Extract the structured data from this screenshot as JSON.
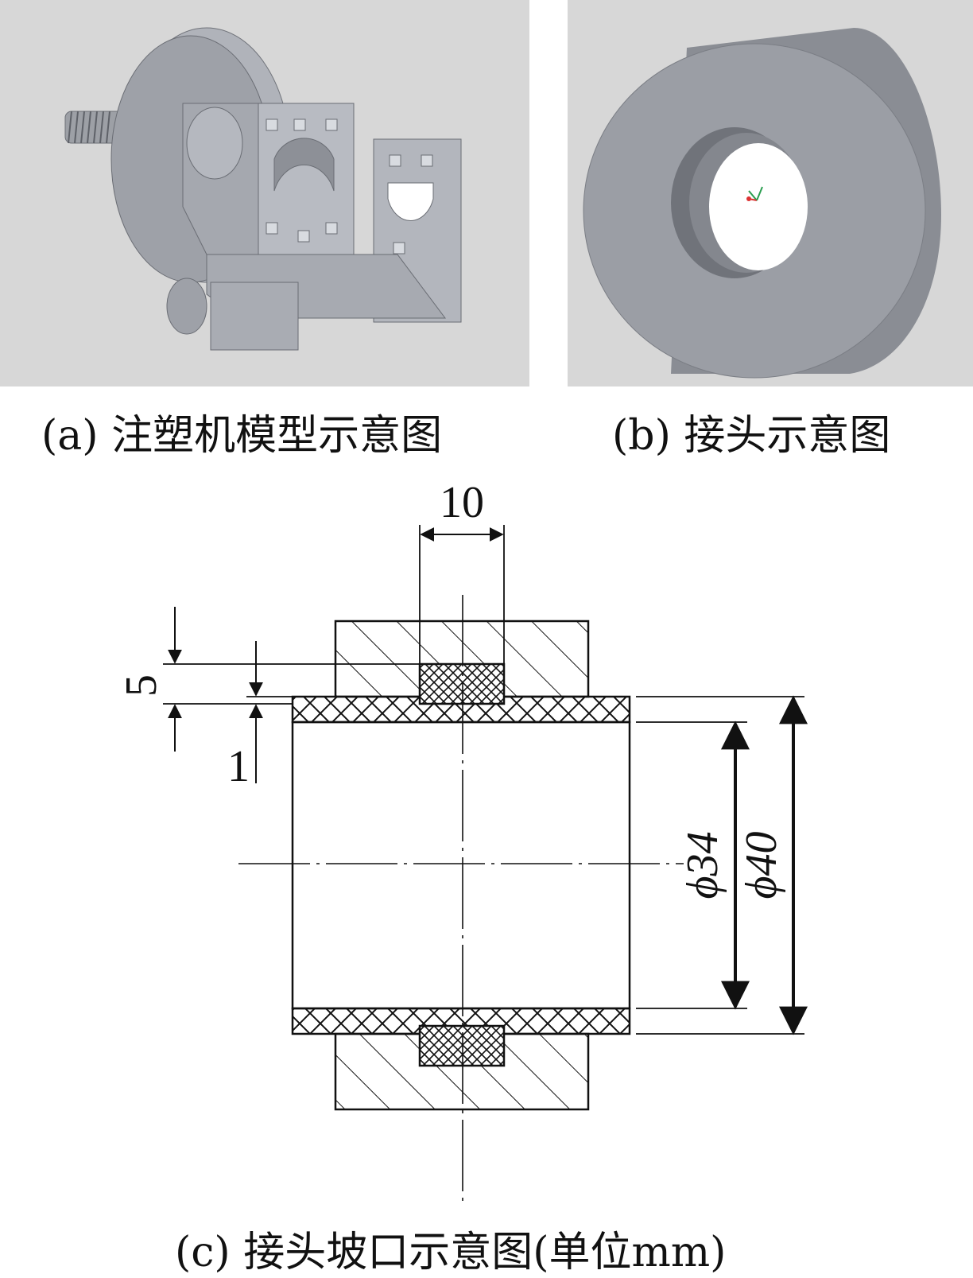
{
  "captions": {
    "a": "(a) 注塑机模型示意图",
    "b": "(b) 接头示意图",
    "c": "(c) 接头坡口示意图(单位mm)"
  },
  "dimensions": {
    "width_groove": "10",
    "depth_groove": "5",
    "gap": "1",
    "inner_diameter": "ϕ34",
    "outer_diameter": "ϕ40"
  },
  "colors": {
    "panel_background": "#d7d7d7",
    "model_gray": "#9a9ea6",
    "line": "#111111"
  },
  "icons": {
    "model_a": "injection-molding-machine-model",
    "model_b": "ring-joint-model"
  }
}
